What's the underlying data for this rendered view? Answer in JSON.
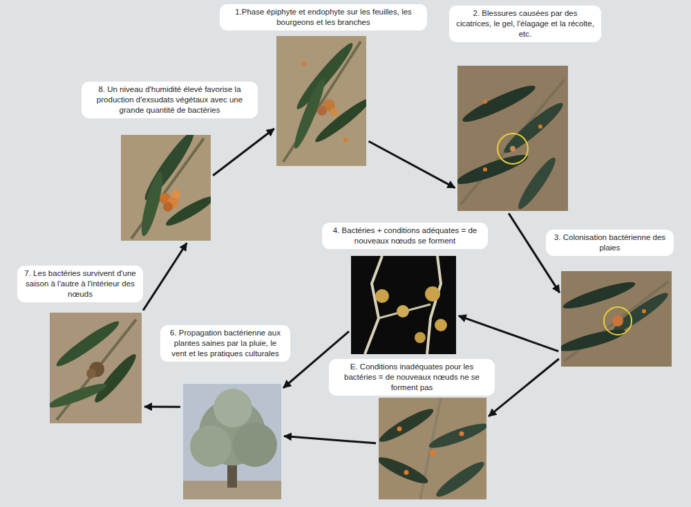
{
  "diagram": {
    "nodes": [
      {
        "text": [
          "1.Phase épiphyte et endophyte sur les feuilles, les bourgeons et les branches"
        ]
      },
      {
        "text": [
          "2. Blessures causées par des cicatrices, le gel, l'élagage et la récolte, etc."
        ]
      },
      {
        "text": [
          "3. Colonisation bactérienne des plaies"
        ]
      },
      {
        "text": [
          "4. Bactéries + conditions adéquates = de nouveaux nœuds se forment"
        ]
      },
      {
        "text": [
          "E. Conditions inadéquates pour les bactéries = de nouveaux nœuds ne se forment pas"
        ]
      },
      {
        "text": [
          "6. Propagation bactérienne aux plantes saines par la pluie, le vent et les pratiques culturales"
        ]
      },
      {
        "text": [
          "7. Les bactéries survivent d'une saison à l'autre à l'intérieur des nœuds"
        ]
      },
      {
        "text": [
          "8. Un niveau d'humidité élevé favorise la production d'exsudats végétaux avec une grande quantité de bactéries"
        ]
      }
    ],
    "edges": [
      {
        "from": 0,
        "to": 1,
        "arrow": "to"
      },
      {
        "from": 1,
        "to": 2,
        "arrow": "to"
      },
      {
        "from": 2,
        "to": 3,
        "arrow": "to"
      },
      {
        "from": 2,
        "to": 4,
        "arrow": "to"
      },
      {
        "from": 3,
        "to": 5,
        "arrow": "to"
      },
      {
        "from": 4,
        "to": 5,
        "arrow": "to"
      },
      {
        "from": 5,
        "to": 6,
        "arrow": "to"
      },
      {
        "from": 6,
        "to": 7,
        "arrow": "to"
      },
      {
        "from": 7,
        "to": 0,
        "arrow": "to"
      }
    ]
  }
}
